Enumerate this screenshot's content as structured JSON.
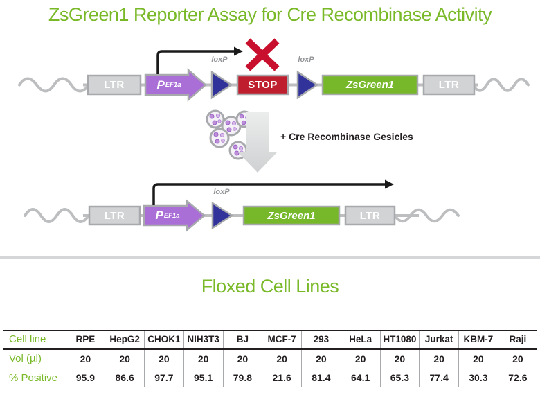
{
  "page": {
    "title": "ZsGreen1 Reporter Assay for Cre Recombinase Activity"
  },
  "colors": {
    "green": "#79b928",
    "purple": "#aa6fd6",
    "loxp-blue": "#31339b",
    "stop-red": "#be1e2d",
    "x-red": "#c8102e",
    "box-gray": "#d2d3d5",
    "box-border": "#a7a9ac",
    "line-gray": "#bcbec0",
    "ink": "#231f20",
    "label-gray": "#939598"
  },
  "diagram": {
    "floxed_construct": {
      "ltr_left": "LTR",
      "promoter": "P",
      "promoter_sub": "EF1a",
      "loxp_1": "loxP",
      "stop": "STOP",
      "loxp_2": "loxP",
      "reporter": "ZsGreen1",
      "ltr_right": "LTR"
    },
    "treatment_label": "+ Cre Recombinase Gesicles",
    "recombined_construct": {
      "ltr_left": "LTR",
      "promoter": "P",
      "promoter_sub": "EF1a",
      "loxp": "loxP",
      "reporter": "ZsGreen1",
      "ltr_right": "LTR"
    }
  },
  "section": {
    "heading": "Floxed Cell Lines"
  },
  "table": {
    "row_headers": [
      "Cell line",
      "Vol (µl)",
      "% Positive"
    ],
    "columns": [
      "RPE",
      "HepG2",
      "CHOK1",
      "NIH3T3",
      "BJ",
      "MCF-7",
      "293",
      "HeLa",
      "HT1080",
      "Jurkat",
      "KBM-7",
      "Raji"
    ],
    "vol": [
      "20",
      "20",
      "20",
      "20",
      "20",
      "20",
      "20",
      "20",
      "20",
      "20",
      "20",
      "20"
    ],
    "positive": [
      "95.9",
      "86.6",
      "97.7",
      "95.1",
      "79.8",
      "21.6",
      "81.4",
      "64.1",
      "65.3",
      "77.4",
      "30.3",
      "72.6"
    ]
  }
}
